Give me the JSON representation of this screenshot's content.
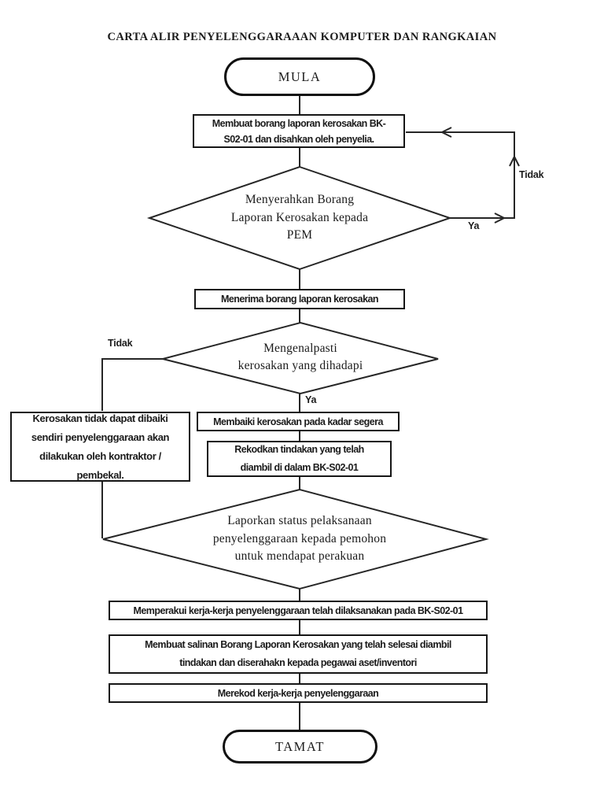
{
  "title": "CARTA ALIR PENYELENGGARAAAN KOMPUTER DAN RANGKAIAN",
  "colors": {
    "ink": "#1b1b1b",
    "background": "#ffffff"
  },
  "nodes": {
    "start": "MULA",
    "make_report": "Membuat borang laporan kerosakan BK-\nS02-01 dan disahkan oleh penyelia.",
    "submit_form_decision": "Menyerahkan Borang\nLaporan Kerosakan kepada\nPEM",
    "receive_report": "Menerima borang laporan kerosakan",
    "identify_decision": "Mengenalpasti\nkerosakan yang dihadapi",
    "contractor_note": "Kerosakan tidak dapat dibaiki\nsendiri penyelenggaraan akan\ndilakukan oleh kontraktor /\npembekal.",
    "repair_immediate": "Membaiki kerosakan pada kadar segera",
    "record_action": "Rekodkan tindakan yang telah\ndiambil di dalam BK-S02-01",
    "report_status_decision": "Laporkan status pelaksanaan\npenyelenggaraan kepada pemohon\nuntuk mendapat perakuan",
    "certify_work": "Memperakui kerja-kerja penyelenggaraan telah dilaksanakan pada BK-S02-01",
    "copy_form": "Membuat salinan Borang Laporan Kerosakan yang telah selesai diambil\ntindakan dan diserahakn kepada pegawai aset/inventori",
    "record_work": "Merekod kerja-kerja penyelenggaraan",
    "end": "TAMAT"
  },
  "edge_labels": {
    "loop_tidak": "Tidak",
    "loop_ya": "Ya",
    "identify_tidak": "Tidak",
    "identify_ya": "Ya"
  }
}
